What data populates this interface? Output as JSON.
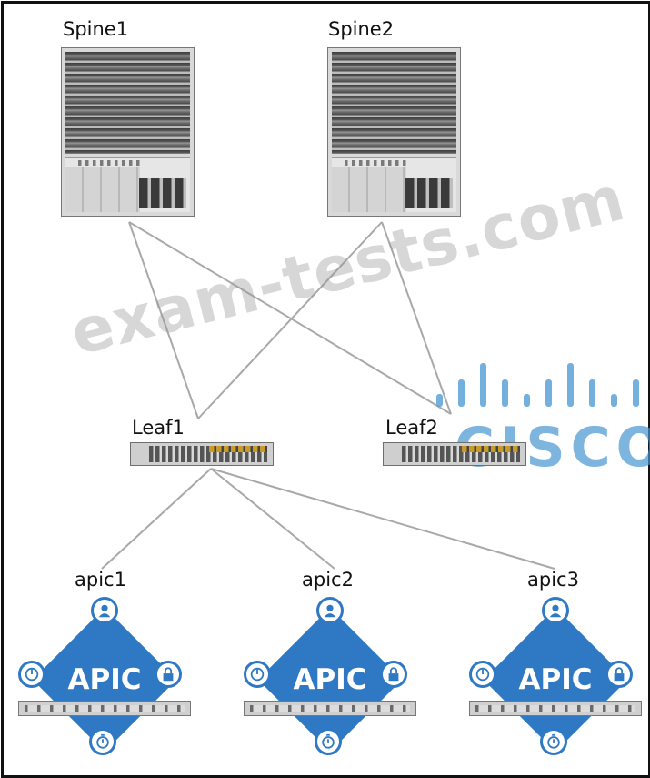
{
  "spines": [
    {
      "label": "Spine1"
    },
    {
      "label": "Spine2"
    }
  ],
  "leaves": [
    {
      "label": "Leaf1"
    },
    {
      "label": "Leaf2"
    }
  ],
  "controllers": [
    {
      "label": "apic1",
      "device_text": "APIC"
    },
    {
      "label": "apic2",
      "device_text": "APIC"
    },
    {
      "label": "apic3",
      "device_text": "APIC"
    }
  ],
  "watermark": {
    "text": "exam-tests.com"
  },
  "logo": {
    "text": "CISCO"
  },
  "colors": {
    "apic_blue": "#2f78c4",
    "cisco_blue": "#4696d2",
    "link_gray": "#a8a8a8"
  }
}
